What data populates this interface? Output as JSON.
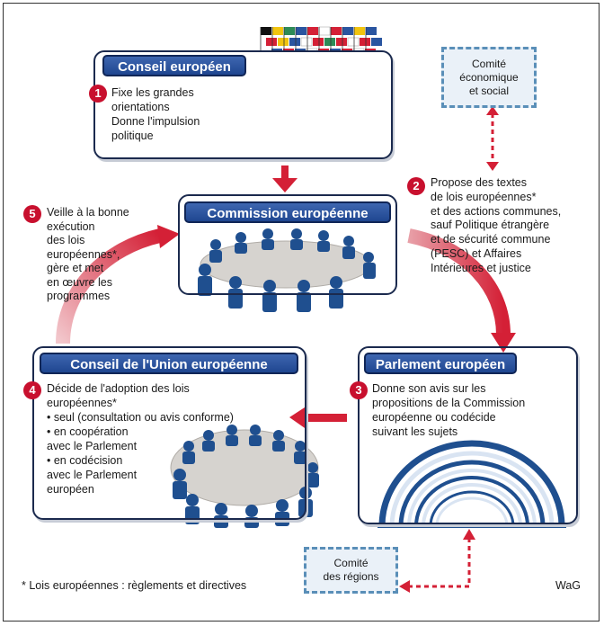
{
  "conseil_europeen": {
    "title": "Conseil européen",
    "step": "1",
    "lines": [
      "Fixe les grandes",
      "orientations",
      "Donne l'impulsion",
      "politique"
    ]
  },
  "comite_economique": {
    "lines": [
      "Comité",
      "économique",
      "et social"
    ]
  },
  "commission": {
    "title": "Commission européenne"
  },
  "step5": {
    "number": "5",
    "lines": [
      "Veille à la bonne",
      "exécution",
      "des lois",
      "européennes*,",
      "gère et met",
      "en œuvre les",
      "programmes"
    ]
  },
  "step2": {
    "number": "2",
    "lines": [
      "Propose des textes",
      "de lois européennes*",
      "et des actions communes,",
      "sauf Politique étrangère",
      "et de sécurité commune",
      "(PESC) et Affaires",
      "Intérieures et justice"
    ]
  },
  "conseil_union": {
    "title": "Conseil de l'Union européenne",
    "step": "4",
    "lines": [
      "Décide de l'adoption des lois",
      "européennes*",
      "• seul (consultation ou avis conforme)",
      "• en coopération",
      "avec le Parlement",
      "• en codécision",
      "avec le Parlement",
      "européen"
    ]
  },
  "parlement": {
    "title": "Parlement européen",
    "step": "3",
    "lines": [
      "Donne son avis sur les",
      "propositions de la Commission",
      "européenne ou codécide",
      "suivant les sujets"
    ]
  },
  "comite_regions": {
    "lines": [
      "Comité",
      "des régions"
    ]
  },
  "footnote": "* Lois européennes : règlements et directives",
  "signature": "WaG",
  "colors": {
    "panel_border": "#1b2a4e",
    "title_blue": "#2a55a0",
    "badge_red": "#c8102e",
    "arrow_red": "#d42036",
    "people_blue": "#1f4f8f",
    "dashed_blue": "#5a8fb8"
  }
}
